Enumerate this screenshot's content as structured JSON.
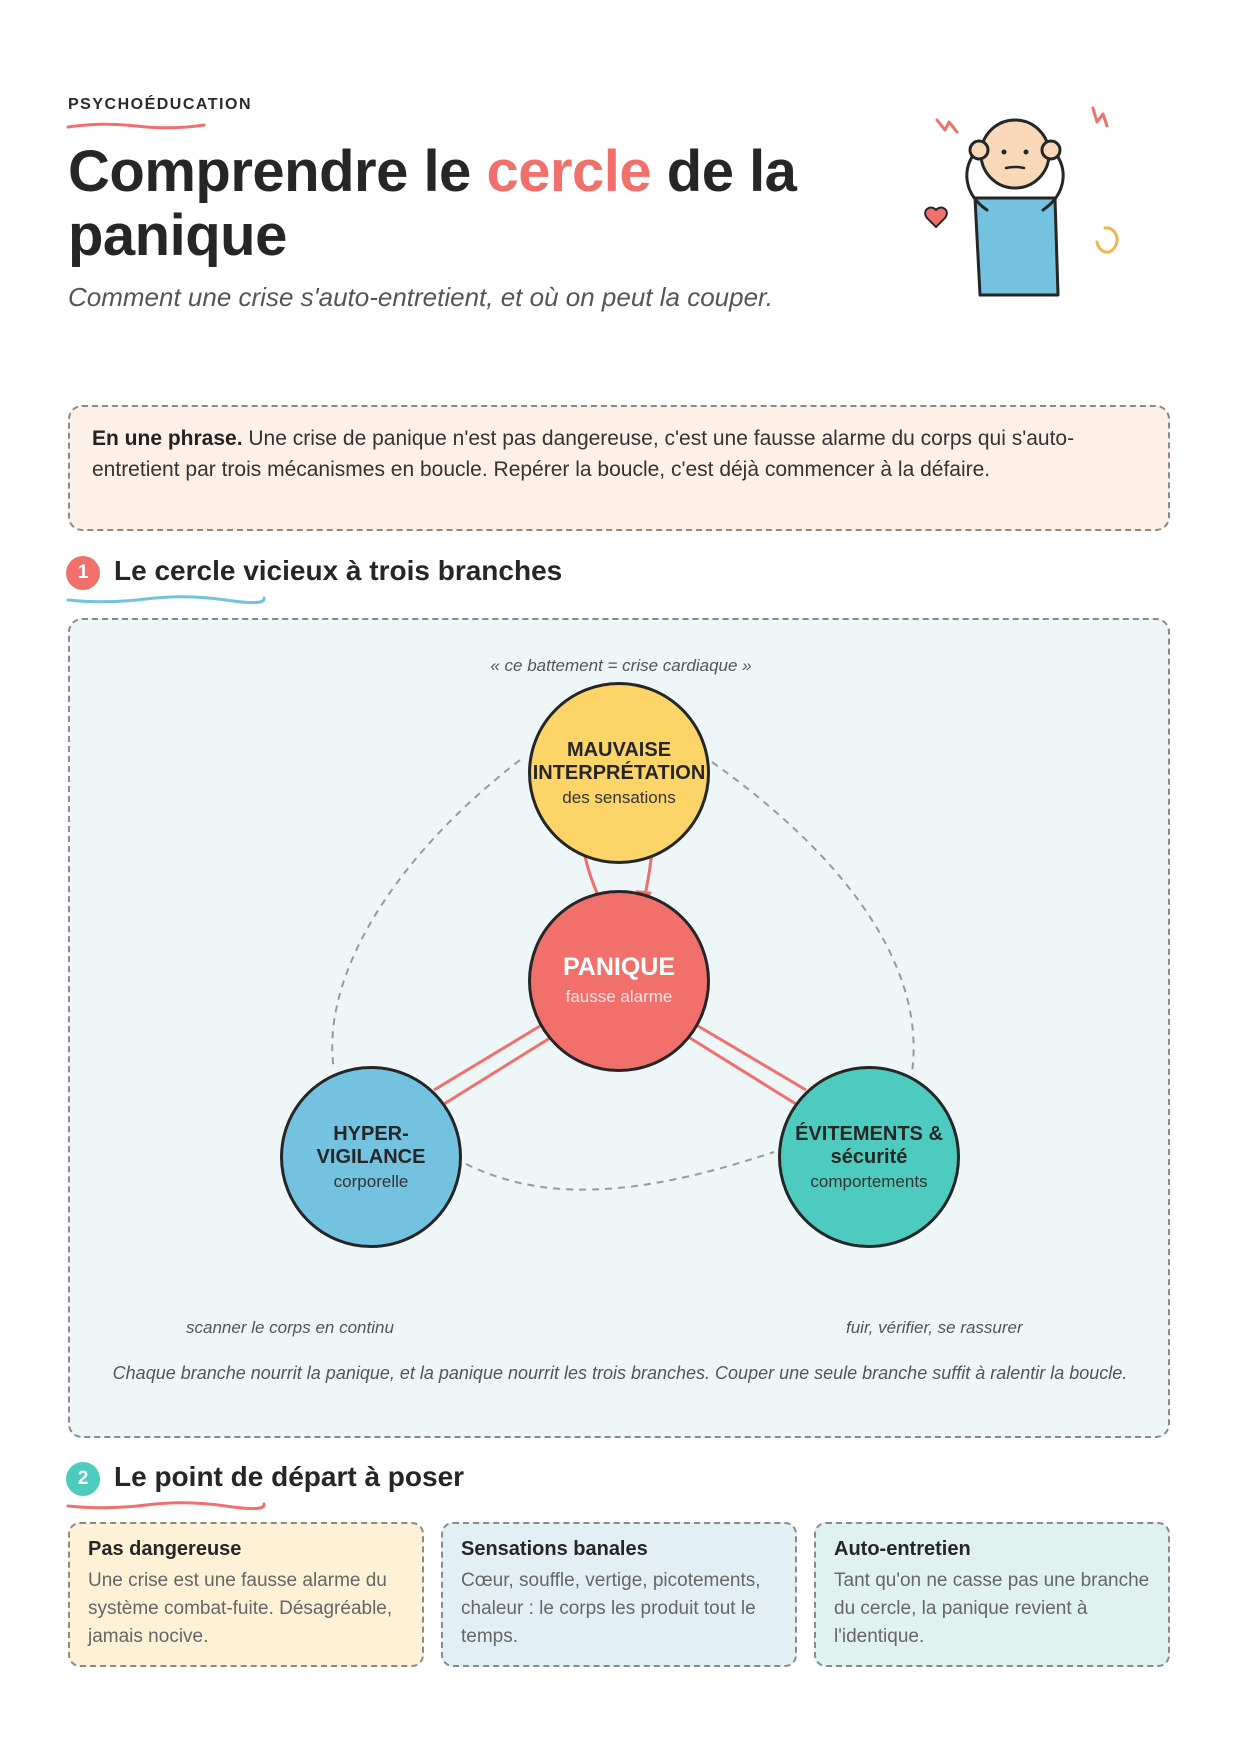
{
  "header": {
    "eyebrow": "PSYCHOÉDUCATION",
    "title_before": "Comprendre le ",
    "title_accent": "cercle",
    "title_after": " de la panique",
    "subtitle": "Comment une crise s'auto-entretient, et où on peut la couper."
  },
  "callout": {
    "lead": "En une phrase.",
    "text": " Une crise de panique n'est pas dangereuse, c'est une fausse alarme du corps qui s'auto-entretient par trois mécanismes en boucle. Repérer la boucle, c'est déjà commencer à la défaire."
  },
  "section1": {
    "number": "1",
    "title": "Le cercle vicieux à trois branches"
  },
  "diagram": {
    "top_quote": "« ce battement = crise cardiaque »",
    "center": {
      "main": "PANIQUE",
      "sub": "fausse alarme"
    },
    "top_node": {
      "main": "MAUVAISE INTERPRÉTATION",
      "sub": "des sensations"
    },
    "left_node": {
      "main": "HYPER-VIGILANCE",
      "sub": "corporelle"
    },
    "right_node": {
      "main": "ÉVITEMENTS & sécurité",
      "sub": "comportements"
    },
    "left_caption": "scanner le corps en continu",
    "right_caption": "fuir, vérifier, se rassurer",
    "footnote": "Chaque branche nourrit la panique, et la panique nourrit les trois branches. Couper une seule branche suffit à ralentir la boucle."
  },
  "section2": {
    "number": "2",
    "title": "Le point de départ à poser"
  },
  "cards": [
    {
      "title": "Pas dangereuse",
      "body": "Une crise est une fausse alarme du système combat-fuite. Désagréable, jamais nocive."
    },
    {
      "title": "Sensations banales",
      "body": "Cœur, souffle, vertige, picotements, chaleur : le corps les produit tout le temps."
    },
    {
      "title": "Auto-entretien",
      "body": "Tant qu'on ne casse pas une branche du cercle, la panique revient à l'identique."
    }
  ],
  "colors": {
    "accent_red": "#f2706c",
    "yellow": "#fcd468",
    "blue": "#73c2df",
    "teal": "#4ecbbf",
    "callout_bg": "#fdf0e6",
    "diagram_bg": "#eef6f8"
  },
  "icons": {
    "illustration": "anxious-person-illustration"
  }
}
